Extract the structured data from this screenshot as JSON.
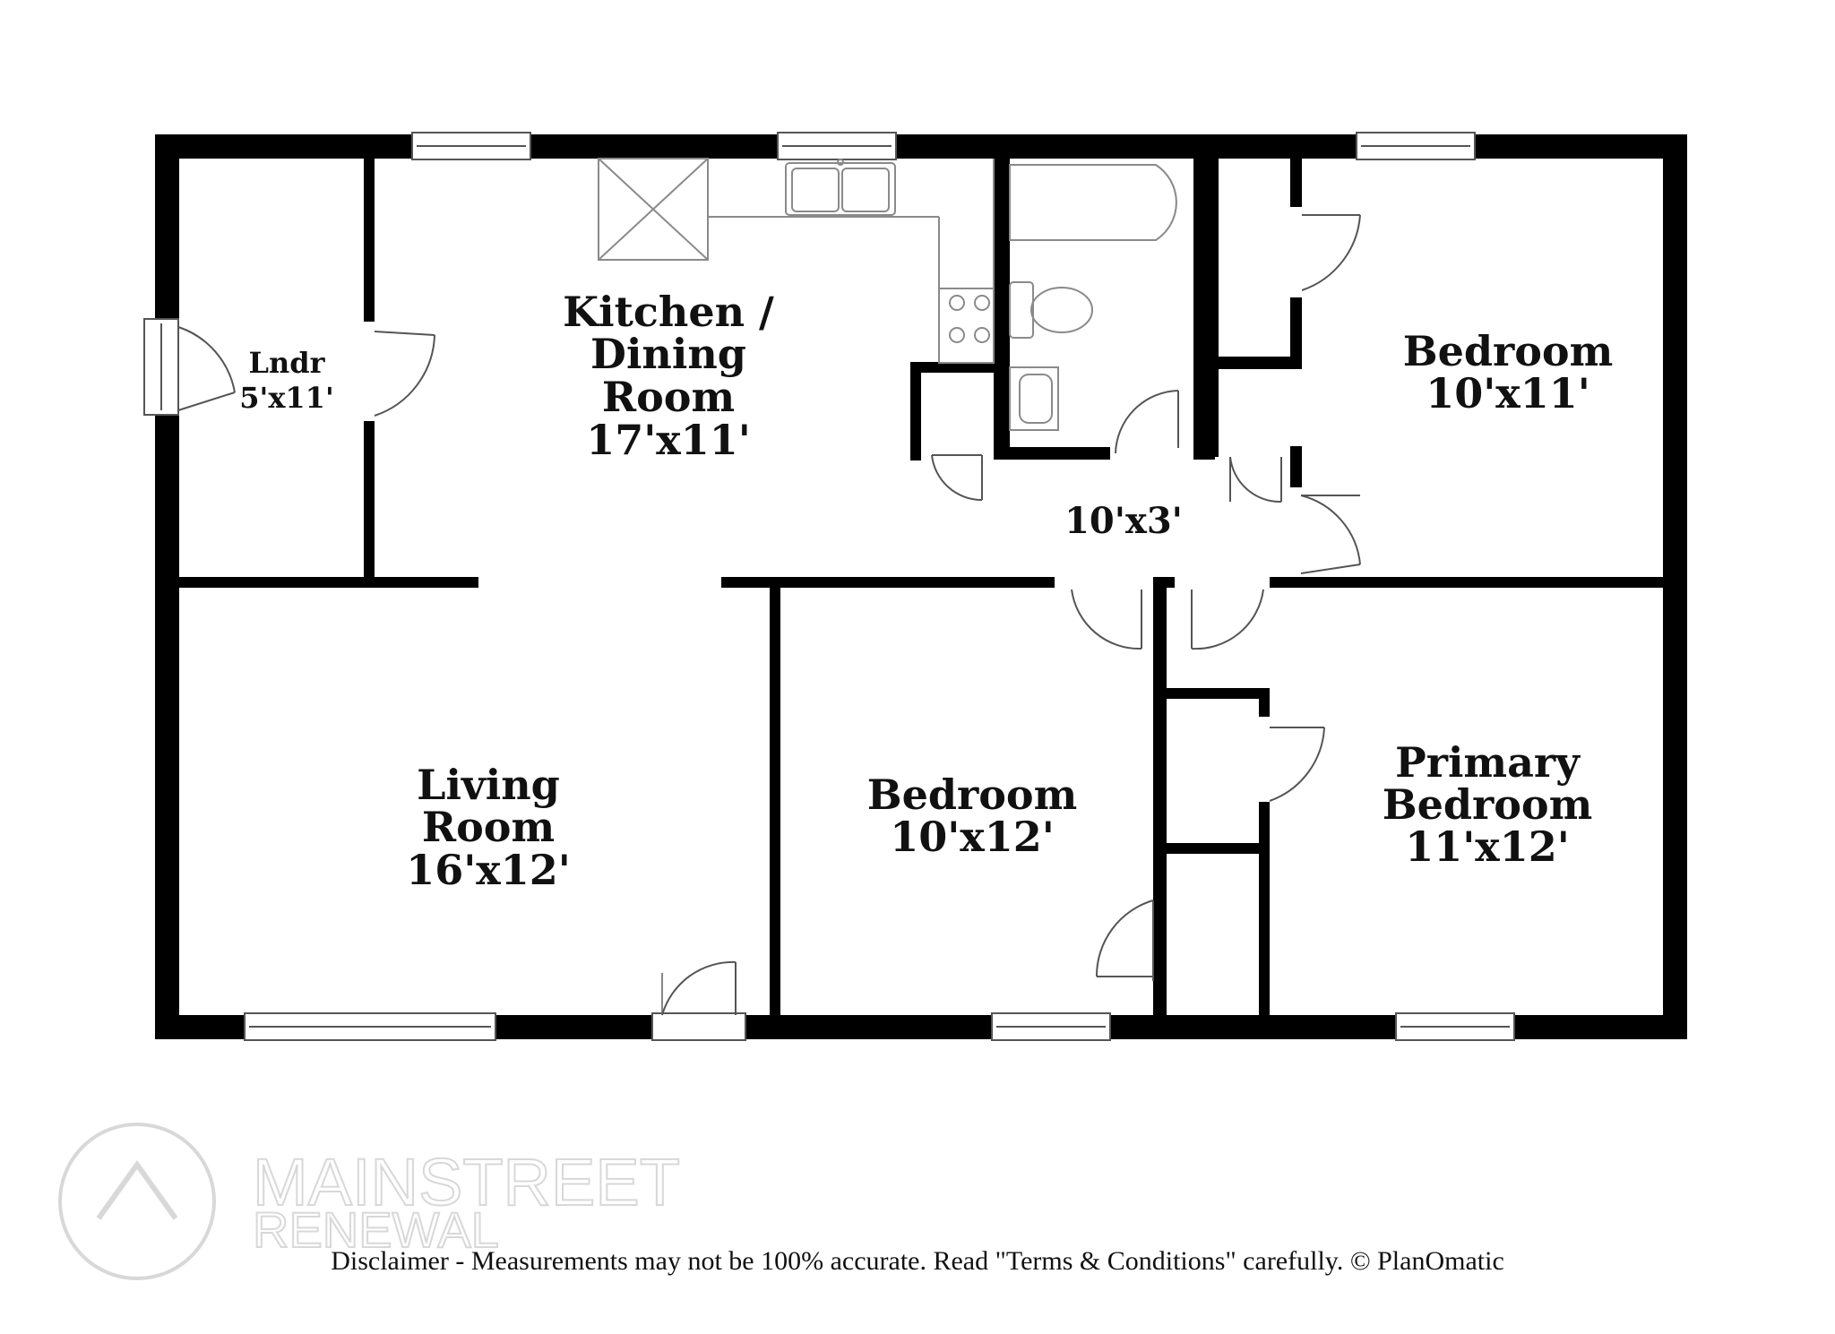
{
  "rooms": [
    {
      "id": "laundry",
      "name": "Lndr",
      "dims": "5'x11'"
    },
    {
      "id": "kitchen",
      "name_lines": [
        "Kitchen /",
        "Dining",
        "Room"
      ],
      "dims": "17'x11'"
    },
    {
      "id": "bedroom-ne",
      "name": "Bedroom",
      "dims": "10'x11'"
    },
    {
      "id": "hall",
      "dims": "10'x3'"
    },
    {
      "id": "living",
      "name_lines": [
        "Living",
        "Room"
      ],
      "dims": "16'x12'"
    },
    {
      "id": "bedroom-s",
      "name": "Bedroom",
      "dims": "10'x12'"
    },
    {
      "id": "primary",
      "name_lines": [
        "Primary",
        "Bedroom"
      ],
      "dims": "11'x12'"
    }
  ],
  "watermark": {
    "line1": "MAINSTREET",
    "line2": "RENEWAL"
  },
  "disclaimer": "Disclaimer - Measurements may not be 100% accurate. Read \"Terms & Conditions\" carefully. © PlanOmatic",
  "colors": {
    "wall": "#000000",
    "fixture": "#8a8a8a",
    "watermark": "#d8d8d8"
  }
}
